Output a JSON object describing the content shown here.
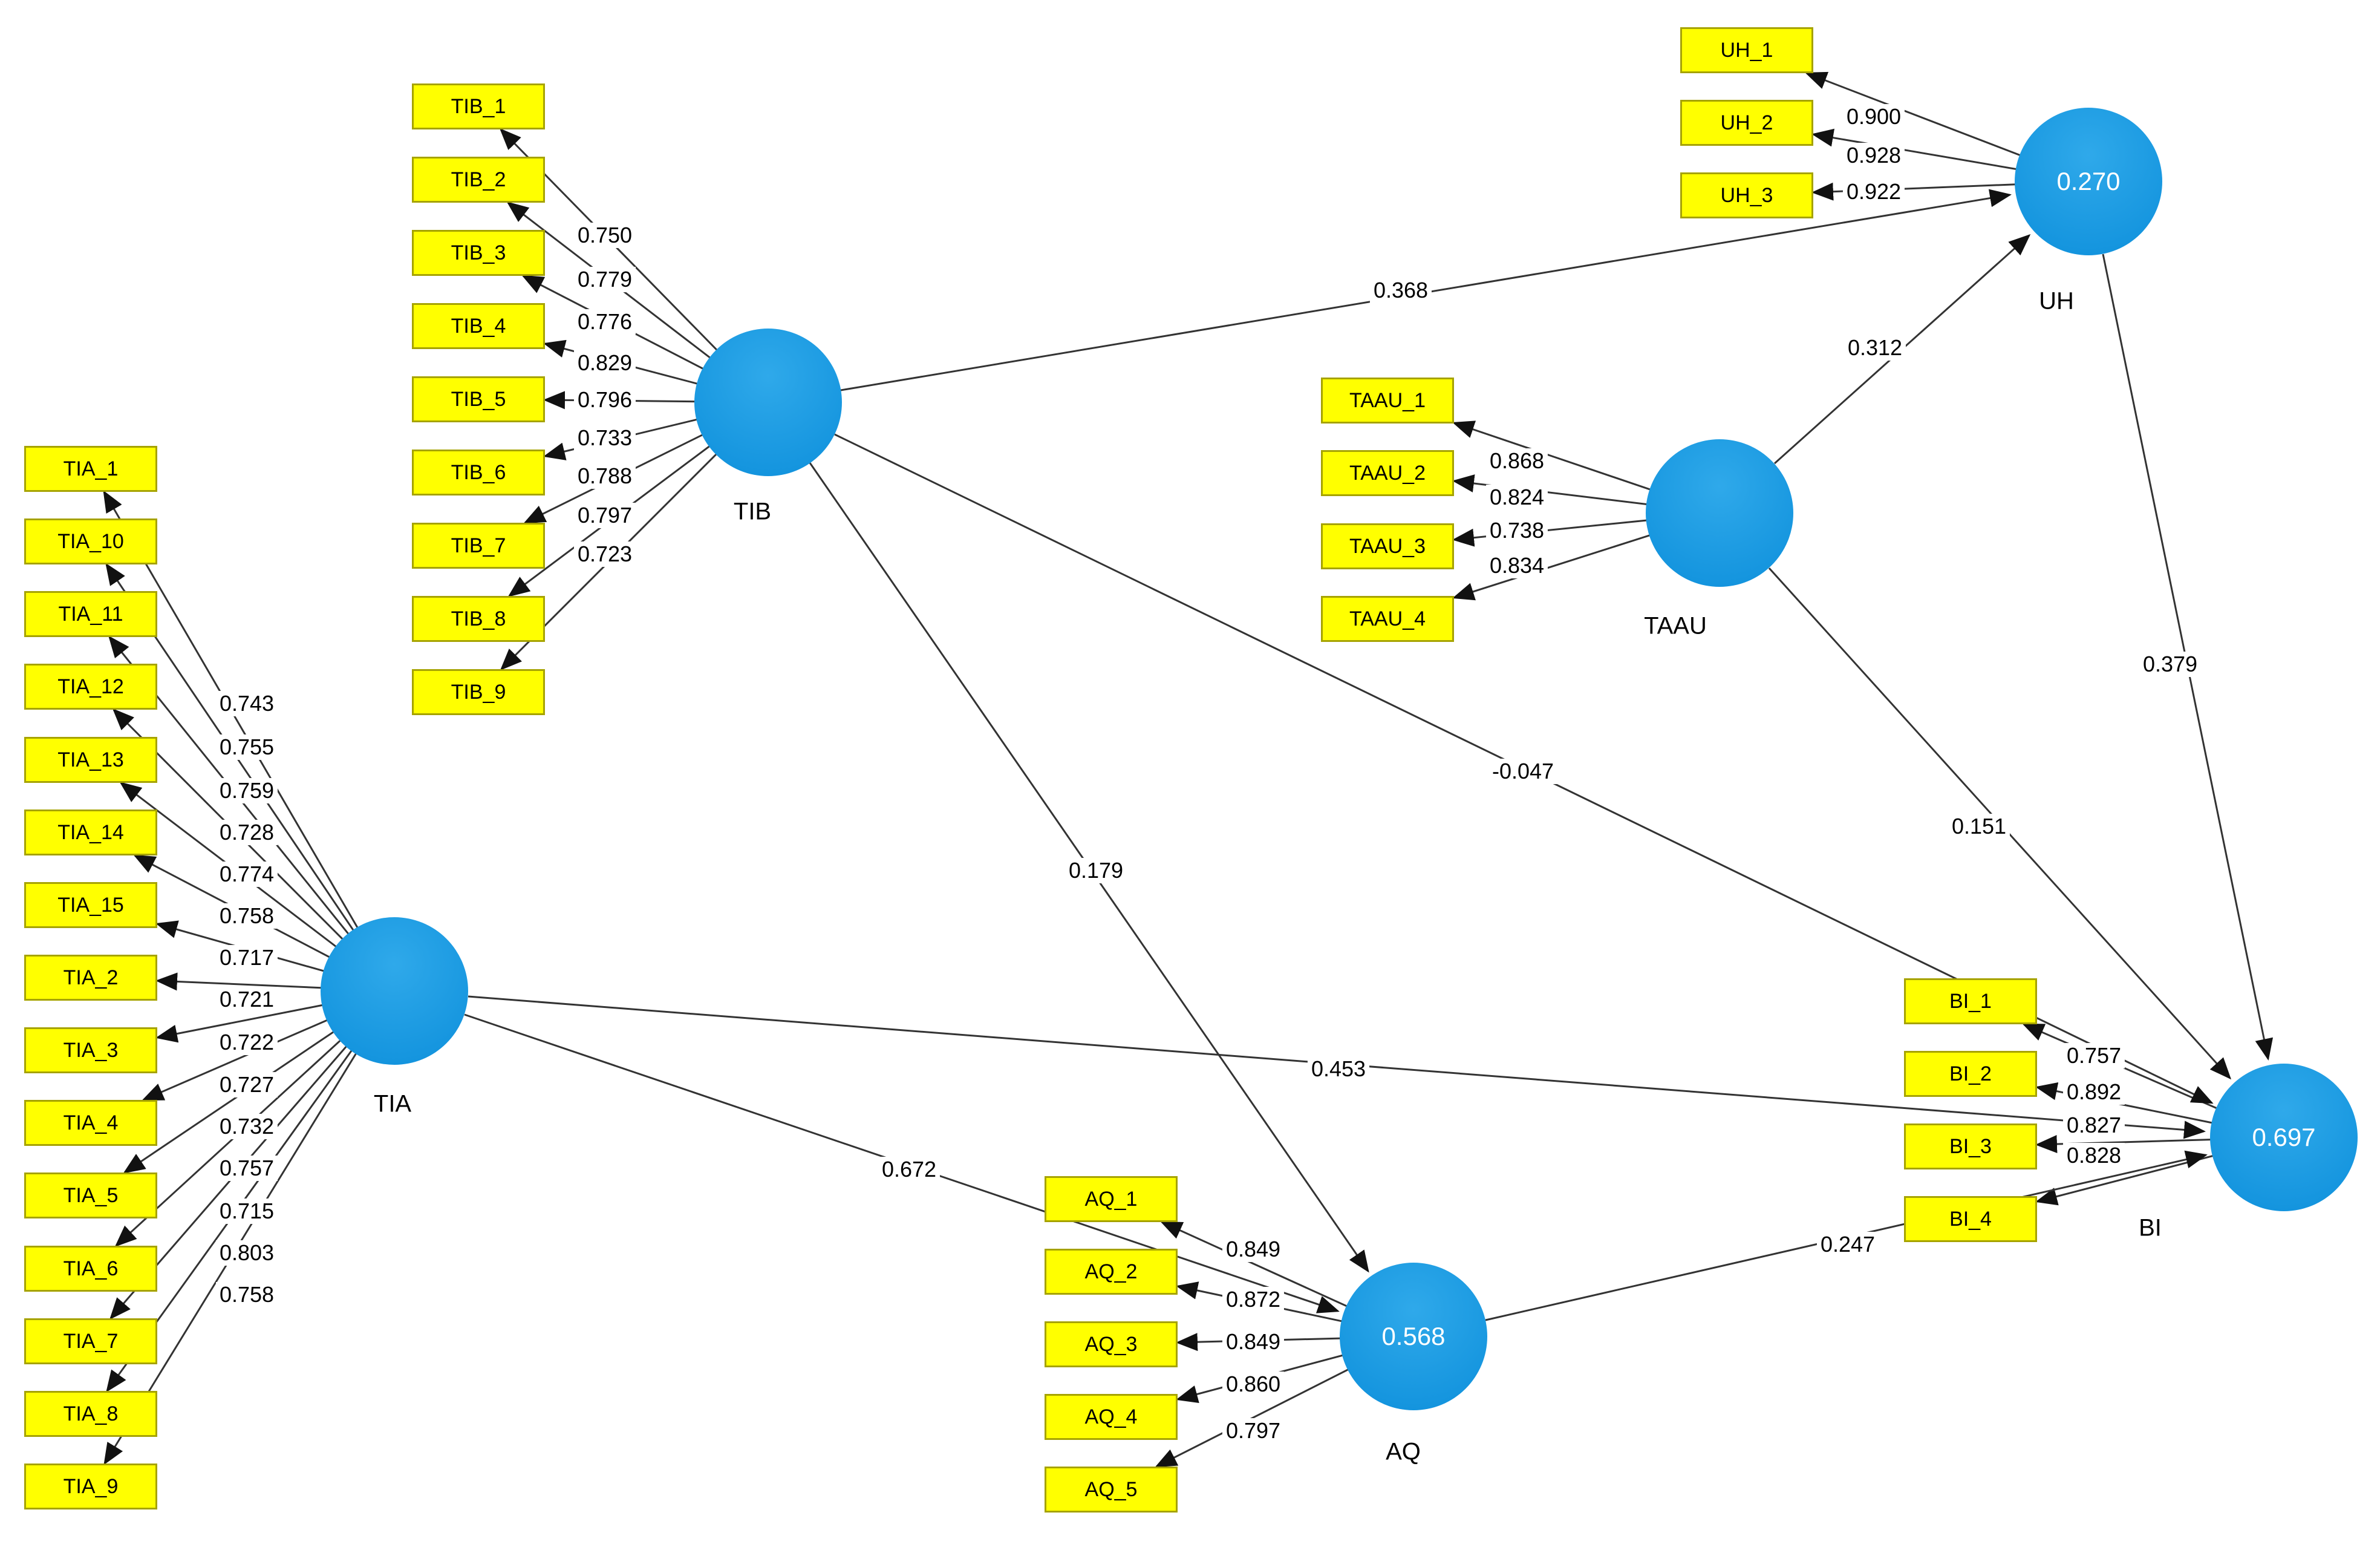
{
  "constructs": {
    "tib": {
      "label": "TIB",
      "value": ""
    },
    "tia": {
      "label": "TIA",
      "value": ""
    },
    "uh": {
      "label": "UH",
      "value": "0.270"
    },
    "taau": {
      "label": "TAAU",
      "value": ""
    },
    "aq": {
      "label": "AQ",
      "value": "0.568"
    },
    "bi": {
      "label": "BI",
      "value": "0.697"
    }
  },
  "indicators": {
    "tib": [
      {
        "label": "TIB_1",
        "loading": "0.750"
      },
      {
        "label": "TIB_2",
        "loading": "0.779"
      },
      {
        "label": "TIB_3",
        "loading": "0.776"
      },
      {
        "label": "TIB_4",
        "loading": "0.829"
      },
      {
        "label": "TIB_5",
        "loading": "0.796"
      },
      {
        "label": "TIB_6",
        "loading": "0.733"
      },
      {
        "label": "TIB_7",
        "loading": "0.788"
      },
      {
        "label": "TIB_8",
        "loading": "0.797"
      },
      {
        "label": "TIB_9",
        "loading": "0.723"
      }
    ],
    "tia": [
      {
        "label": "TIA_1",
        "loading": "0.743"
      },
      {
        "label": "TIA_10",
        "loading": "0.755"
      },
      {
        "label": "TIA_11",
        "loading": "0.759"
      },
      {
        "label": "TIA_12",
        "loading": "0.728"
      },
      {
        "label": "TIA_13",
        "loading": "0.774"
      },
      {
        "label": "TIA_14",
        "loading": "0.758"
      },
      {
        "label": "TIA_15",
        "loading": "0.717"
      },
      {
        "label": "TIA_2",
        "loading": "0.721"
      },
      {
        "label": "TIA_3",
        "loading": "0.722"
      },
      {
        "label": "TIA_4",
        "loading": "0.727"
      },
      {
        "label": "TIA_5",
        "loading": "0.732"
      },
      {
        "label": "TIA_6",
        "loading": "0.757"
      },
      {
        "label": "TIA_7",
        "loading": "0.715"
      },
      {
        "label": "TIA_8",
        "loading": "0.803"
      },
      {
        "label": "TIA_9",
        "loading": "0.758"
      }
    ],
    "uh": [
      {
        "label": "UH_1",
        "loading": "0.900"
      },
      {
        "label": "UH_2",
        "loading": "0.928"
      },
      {
        "label": "UH_3",
        "loading": "0.922"
      }
    ],
    "taau": [
      {
        "label": "TAAU_1",
        "loading": "0.868"
      },
      {
        "label": "TAAU_2",
        "loading": "0.824"
      },
      {
        "label": "TAAU_3",
        "loading": "0.738"
      },
      {
        "label": "TAAU_4",
        "loading": "0.834"
      }
    ],
    "aq": [
      {
        "label": "AQ_1",
        "loading": "0.849"
      },
      {
        "label": "AQ_2",
        "loading": "0.872"
      },
      {
        "label": "AQ_3",
        "loading": "0.849"
      },
      {
        "label": "AQ_4",
        "loading": "0.860"
      },
      {
        "label": "AQ_5",
        "loading": "0.797"
      }
    ],
    "bi": [
      {
        "label": "BI_1",
        "loading": "0.757"
      },
      {
        "label": "BI_2",
        "loading": "0.892"
      },
      {
        "label": "BI_3",
        "loading": "0.827"
      },
      {
        "label": "BI_4",
        "loading": "0.828"
      }
    ]
  },
  "paths": {
    "tib_uh": "0.368",
    "tib_bi": "-0.047",
    "tib_aq": "0.179",
    "tia_bi": "0.453",
    "tia_aq": "0.672",
    "taau_uh": "0.312",
    "taau_bi": "0.151",
    "uh_bi": "0.379",
    "aq_bi": "0.247"
  },
  "colors": {
    "indicator_fill": "#ffff00",
    "indicator_border": "#a6a300",
    "construct_fill": "#1598e2",
    "edge": "#333333",
    "value_text": "#ffffff"
  }
}
